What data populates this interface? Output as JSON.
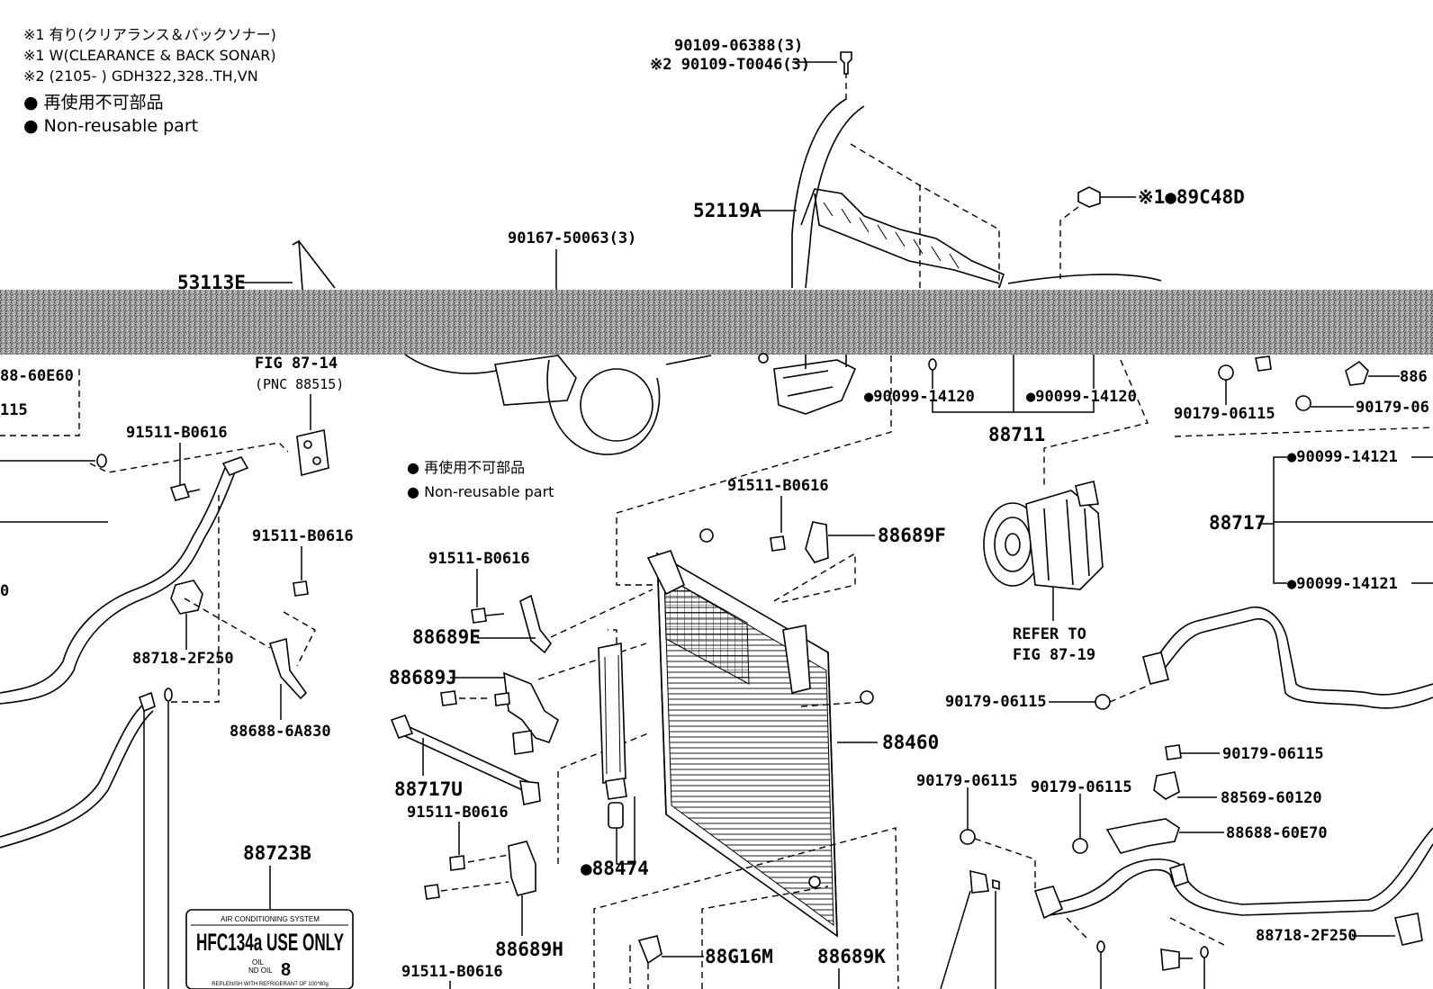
{
  "notes": [
    "※1 有り(クリアランス＆バックソナー)",
    "※1 W(CLEARANCE & BACK SONAR)",
    "※2 (2105-      ) GDH322,328..TH,VN"
  ],
  "legend": [
    {
      "bullet": "●",
      "text": "再使用不可部品"
    },
    {
      "bullet": "●",
      "text": "Non-reusable part"
    }
  ],
  "legend_mid": [
    {
      "bullet": "●",
      "text": "再使用不可部品"
    },
    {
      "bullet": "●",
      "text": "Non-reusable part"
    }
  ],
  "labels": {
    "p90109_06388": "90109-06388(3)",
    "p90109_T0046": "※2 90109-T0046(3)",
    "p52119A": "52119A",
    "p89C48D": "※1●89C48D",
    "p90167_50063": "90167-50063(3)",
    "p53113E": "53113E",
    "p88_60E60": "88-60E60",
    "p115": "115",
    "fig87_14": "FIG 87-14",
    "pnc88515": "(PNC 88515)",
    "p90099_14120_a": "●90099-14120",
    "p90099_14120_b": "●90099-14120",
    "p88711": "88711",
    "p90179_06115_tr": "90179-06115",
    "p90179_06_r": "90179-06",
    "p886_r": "886",
    "p91511_B0616_a": "91511-B0616",
    "p91511_B0616_b": "91511-B0616",
    "p91511_B0616_c": "91511-B0616",
    "p91511_B0616_d": "91511-B0616",
    "p91511_B0616_e": "91511-B0616",
    "p91511_B0616_f": "91511-B0616",
    "p88689F": "88689F",
    "p90099_14121_a": "●90099-14121",
    "p90099_14121_b": "●90099-14121",
    "p88717": "88717",
    "refer_to": "REFER TO",
    "fig87_19": "FIG 87-19",
    "p88689E": "88689E",
    "p88718_2F250_a": "88718-2F250",
    "p88688_6A830": "88688-6A830",
    "p88689J": "88689J",
    "p90179_06115_m": "90179-06115",
    "p88460": "88460",
    "p88717U": "88717U",
    "p90179_06115_a": "90179-06115",
    "p90179_06115_b": "90179-06115",
    "p90179_06115_c": "90179-06115",
    "p88569_60120": "88569-60120",
    "p88688_60E70": "88688-60E70",
    "p88474": "●88474",
    "p88723B": "88723B",
    "p88689H": "88689H",
    "p88G16M": "88G16M",
    "p88689K": "88689K",
    "p88718_2F250_b": "88718-2F250",
    "left_0": "0"
  },
  "ac_label": {
    "title": "AIR CONDITIONING SYSTEM",
    "main": "HFC134a USE ONLY",
    "oil": "OIL",
    "nd_oil": "ND OIL",
    "nd_num": "8",
    "replenish": "REPLENISH WITH REFRIGERANT OF 100*80g"
  }
}
